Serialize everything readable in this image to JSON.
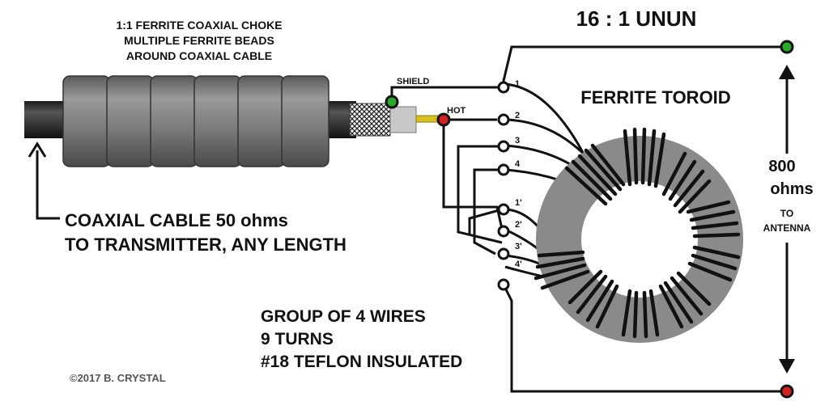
{
  "title": "16 : 1 UNUN",
  "choke_label": {
    "line1": "1:1 FERRITE COAXIAL CHOKE",
    "line2": "MULTIPLE FERRITE BEADS",
    "line3": "AROUND COAXIAL CABLE"
  },
  "coax_label": {
    "line1": "COAXIAL CABLE  50 ohms",
    "line2": "TO TRANSMITTER, ANY LENGTH"
  },
  "shield_label": "SHIELD",
  "hot_label": "HOT",
  "toroid_label": "FERRITE TOROID",
  "impedance": {
    "value": "800",
    "unit": "ohms",
    "to": "TO",
    "antenna": "ANTENNA"
  },
  "terminals": [
    "1",
    "2",
    "3",
    "4",
    "1'",
    "2'",
    "3'",
    "4'"
  ],
  "winding_note": {
    "line1": "GROUP OF 4 WIRES",
    "line2": "9 TURNS",
    "line3": "#18 TEFLON INSULATED"
  },
  "copyright": "©2017 B. CRYSTAL",
  "colors": {
    "shield_connector": "#2aa82a",
    "hot_connector": "#d42020",
    "antenna_top": "#2aa82a",
    "antenna_bottom": "#d42020",
    "bead": "#808080",
    "toroid": "#888888",
    "center_conductor": "#d8c020"
  }
}
